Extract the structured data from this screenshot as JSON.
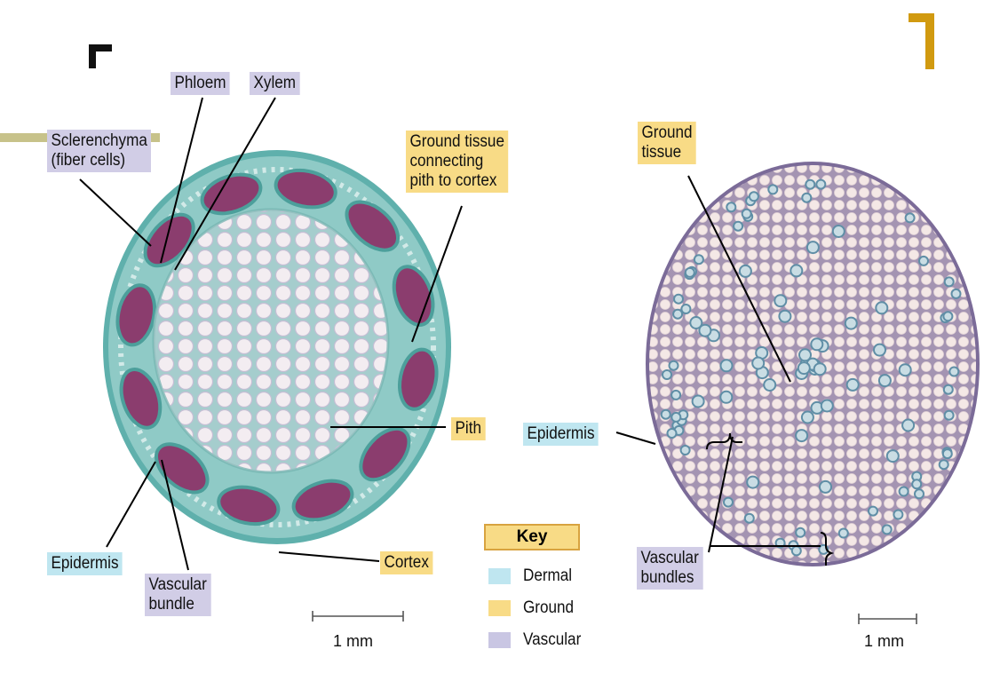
{
  "colors": {
    "dermal": "#bfe6f0",
    "ground": "#f8db86",
    "vascular": "#d1cde6",
    "accent_bar": "#c7c28a",
    "corner_bracket": "#d19a10",
    "stem_stain_teal": "#5fb0ac",
    "stem_stain_purple": "#8b3d6e",
    "pith_fill": "#f1ecef",
    "monocot_fill": "#f3e6e4"
  },
  "labels": {
    "phloem": "Phloem",
    "xylem": "Xylem",
    "sclerenchyma": "Sclerenchyma\n(fiber cells)",
    "ground_tissue_connecting": "Ground tissue\nconnecting\npith to cortex",
    "pith": "Pith",
    "epidermis_left": "Epidermis",
    "vascular_bundle": "Vascular\nbundle",
    "cortex": "Cortex",
    "ground_tissue_right": "Ground\ntissue",
    "epidermis_right": "Epidermis",
    "vascular_bundles": "Vascular\nbundles"
  },
  "key": {
    "title": "Key",
    "items": [
      {
        "label": "Dermal",
        "color": "#bfe6f0"
      },
      {
        "label": "Ground",
        "color": "#f8db86"
      },
      {
        "label": "Vascular",
        "color": "#c9c6e3"
      }
    ]
  },
  "scale_bars": {
    "left": "1 mm",
    "right": "1 mm"
  }
}
